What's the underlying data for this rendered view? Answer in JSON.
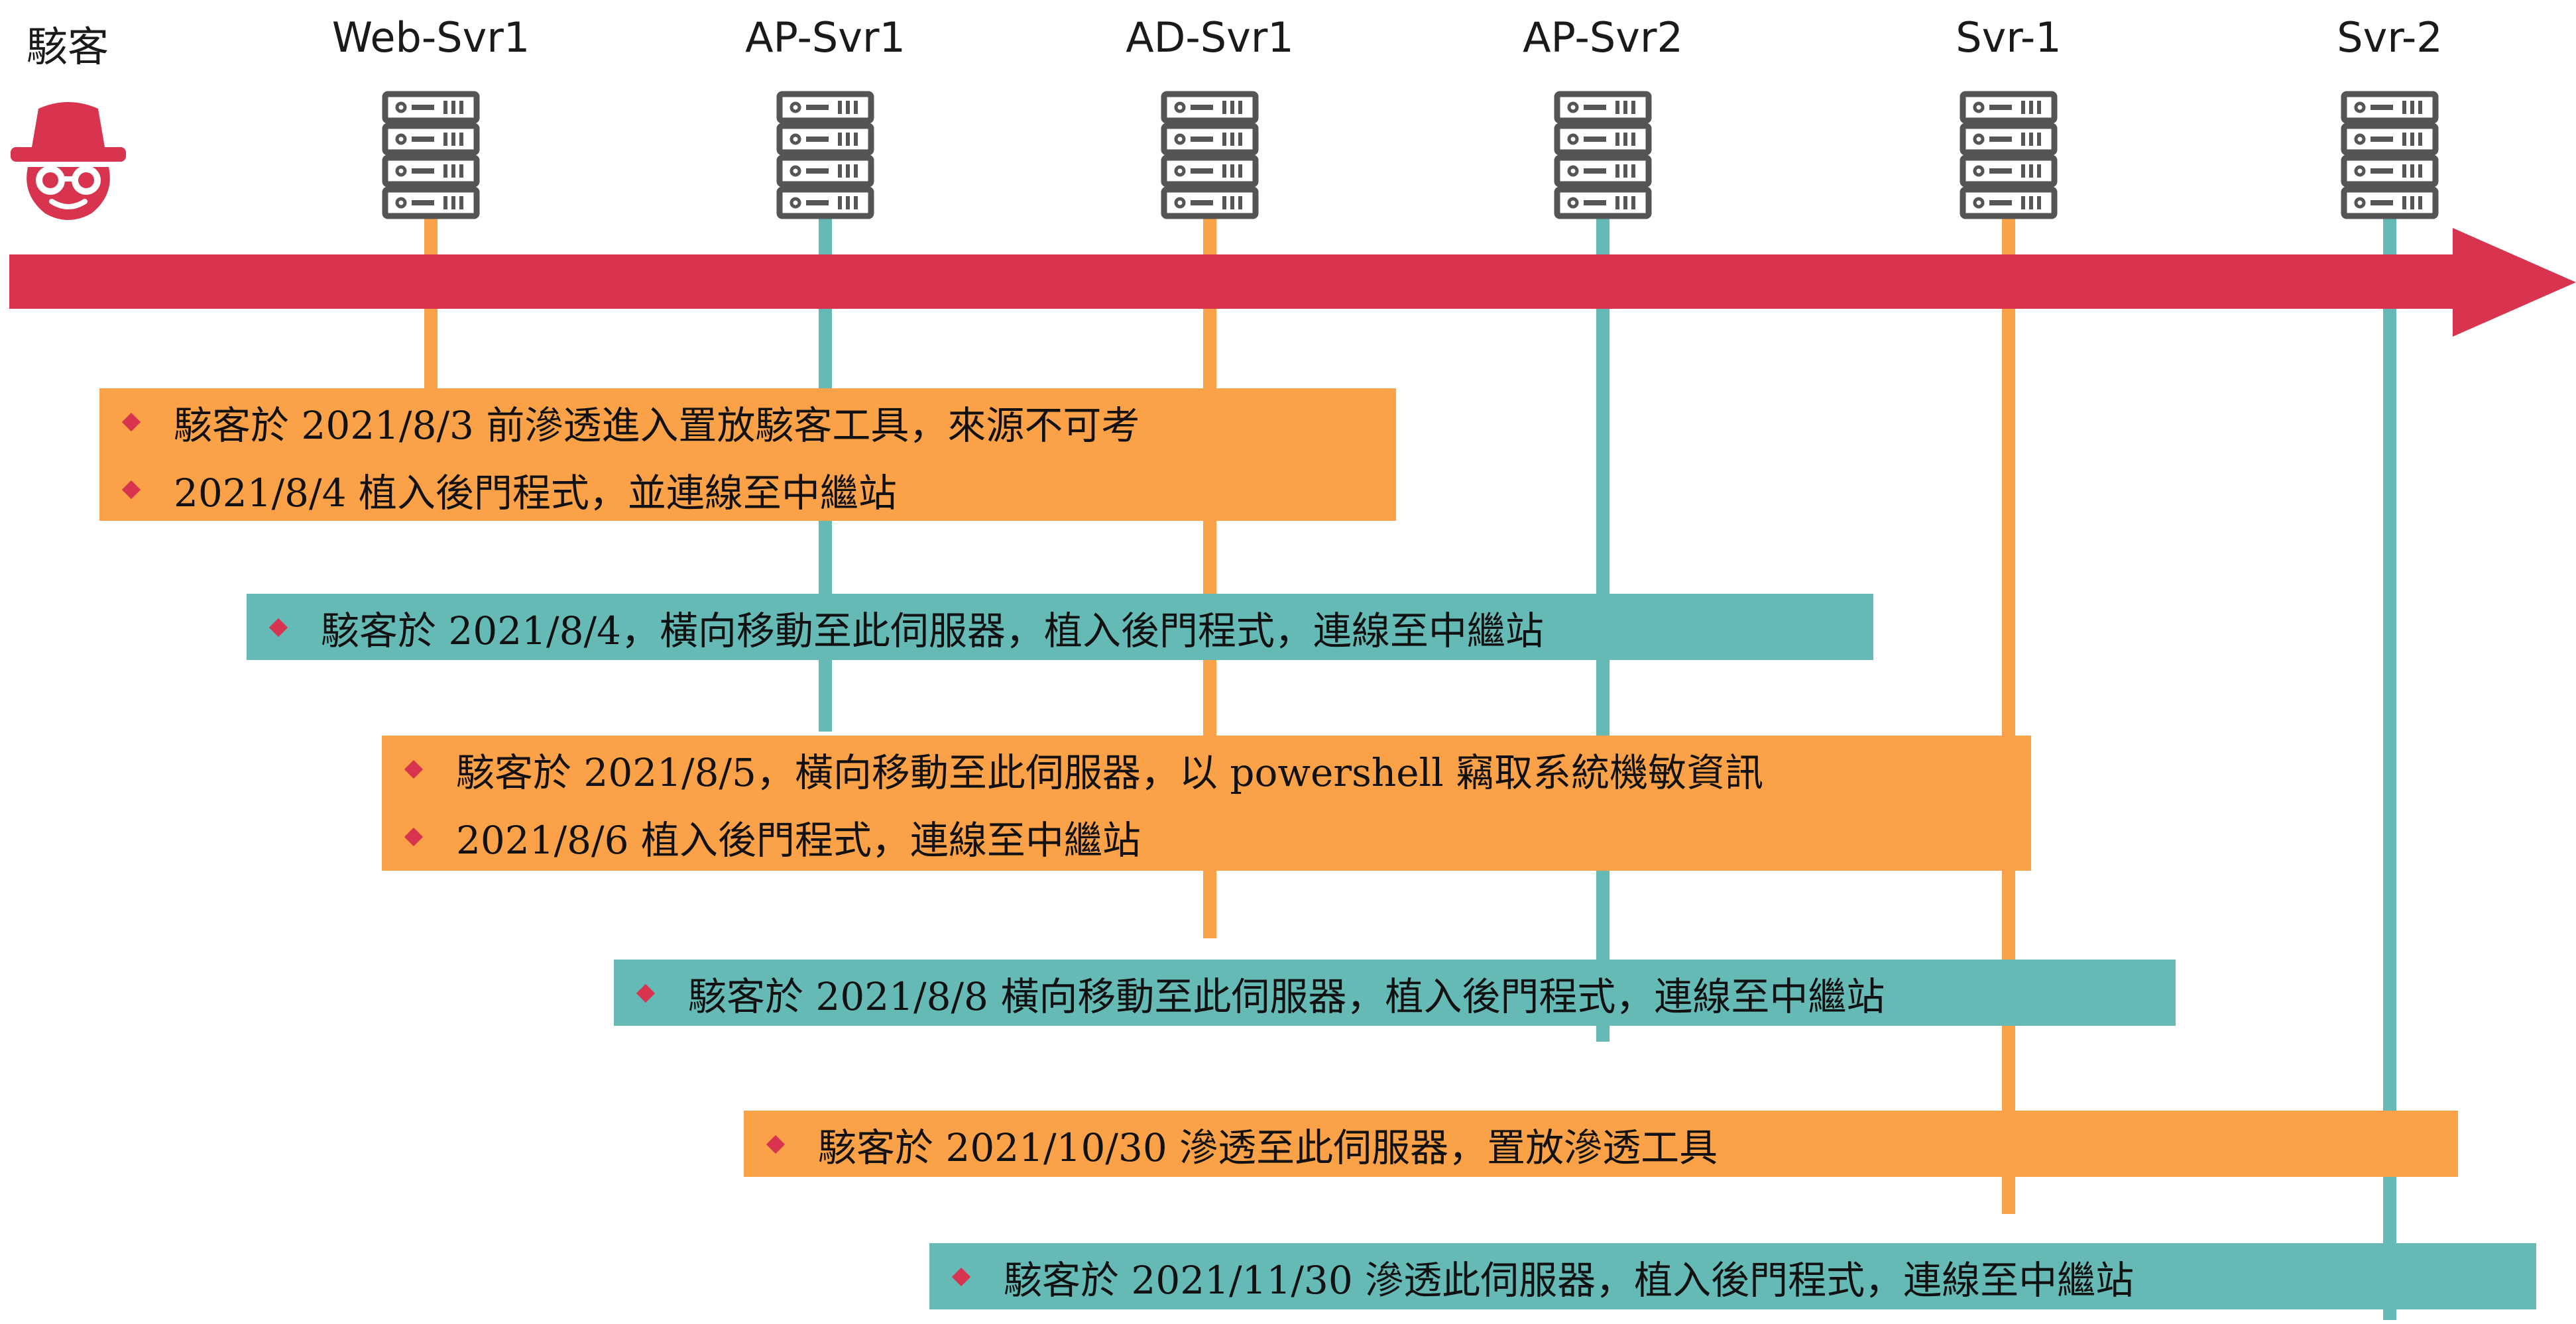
{
  "colors": {
    "timeline": "#d9344f",
    "orange": "#fba249",
    "teal": "#66bab6",
    "icon": "#555555",
    "bullet": "#d9344f"
  },
  "attacker": {
    "label": "駭客",
    "icon": "spy-incognito-icon"
  },
  "servers": [
    {
      "label": "Web-Svr1",
      "line_color": "orange",
      "icon": "server-rack-icon"
    },
    {
      "label": "AP-Svr1",
      "line_color": "teal",
      "icon": "server-rack-icon"
    },
    {
      "label": "AD-Svr1",
      "line_color": "orange",
      "icon": "server-rack-icon"
    },
    {
      "label": "AP-Svr2",
      "line_color": "teal",
      "icon": "server-rack-icon"
    },
    {
      "label": "Svr-1",
      "line_color": "orange",
      "icon": "server-rack-icon"
    },
    {
      "label": "Svr-2",
      "line_color": "teal",
      "icon": "server-rack-icon"
    }
  ],
  "events": [
    {
      "color": "orange",
      "lines": [
        "駭客於 2021/8/3 前滲透進入置放駭客工具，來源不可考",
        "2021/8/4 植入後門程式，並連線至中繼站"
      ]
    },
    {
      "color": "teal",
      "lines": [
        "駭客於 2021/8/4，橫向移動至此伺服器，植入後門程式，連線至中繼站"
      ]
    },
    {
      "color": "orange",
      "lines": [
        "駭客於 2021/8/5，橫向移動至此伺服器，以 powershell 竊取系統機敏資訊",
        "2021/8/6 植入後門程式，連線至中繼站"
      ]
    },
    {
      "color": "teal",
      "lines": [
        "駭客於 2021/8/8 橫向移動至此伺服器，植入後門程式，連線至中繼站"
      ]
    },
    {
      "color": "orange",
      "lines": [
        "駭客於 2021/10/30 滲透至此伺服器，置放滲透工具"
      ]
    },
    {
      "color": "teal",
      "lines": [
        "駭客於 2021/11/30 滲透此伺服器，植入後門程式，連線至中繼站"
      ]
    }
  ]
}
